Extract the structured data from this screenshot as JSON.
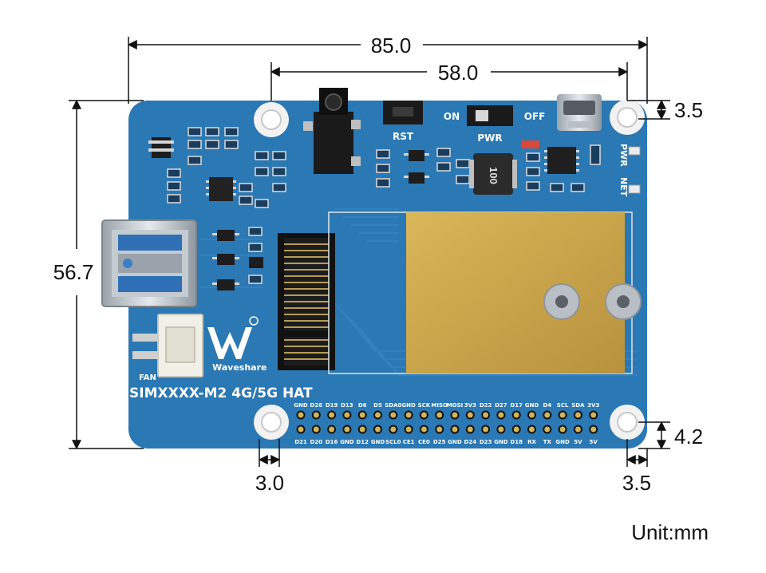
{
  "dimensions": {
    "width_total": "85.0",
    "width_holes": "58.0",
    "top_offset": "3.5",
    "height_total": "56.7",
    "bottom_offset": "4.2",
    "left_hole_offset": "3.0",
    "right_hole_offset": "3.5"
  },
  "unit_label": "Unit:mm",
  "board": {
    "title": "SIMXXXX-M2 4G/5G HAT",
    "brand": "Waveshare",
    "labels": {
      "rst": "RST",
      "on": "ON",
      "off": "OFF",
      "pwr": "PWR",
      "fan": "FAN",
      "pwr_led": "PWR",
      "net_led": "NET",
      "inductor": "100"
    },
    "pins_top": [
      "GND",
      "D26",
      "D19",
      "D13",
      "D6",
      "D5",
      "SDA0",
      "GND",
      "SCK",
      "MISO",
      "MOSI",
      "3V3",
      "D22",
      "D27",
      "D17",
      "GND",
      "D4",
      "SCL",
      "SDA",
      "3V3"
    ],
    "pins_bottom": [
      "D21",
      "D20",
      "D16",
      "GND",
      "D12",
      "GND",
      "SCL0",
      "CE1",
      "CE0",
      "D25",
      "GND",
      "D24",
      "D23",
      "GND",
      "D18",
      "RX",
      "TX",
      "GND",
      "5V",
      "5V"
    ]
  },
  "colors": {
    "pcb": "#2a78b4",
    "pcb_dark": "#1f5f93",
    "heatsink": "#cfa94a",
    "pad": "#c9b36a"
  }
}
